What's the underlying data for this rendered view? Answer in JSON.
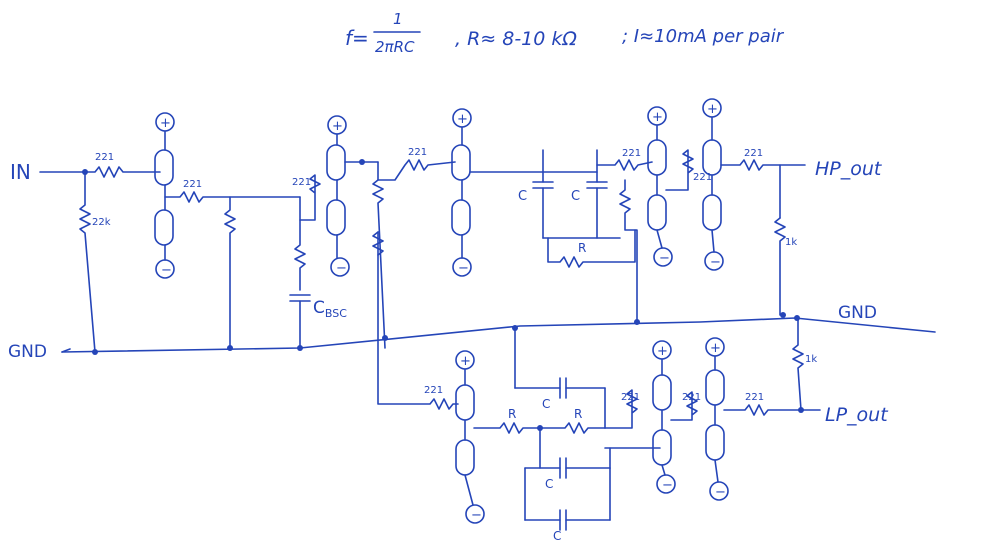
{
  "formula": {
    "f_prefix": "f=",
    "f_numerator": "1",
    "f_denominator": "2πRC",
    "r_spec": ", R≈ 8-10 kΩ",
    "i_spec": "; I≈10mA per pair"
  },
  "labels": {
    "in": "IN",
    "gnd_left": "GND",
    "gnd_right": "GND",
    "hp_out": "HP_out",
    "lp_out": "LP_out",
    "cbsc": "C",
    "cbsc_sub": "BSC"
  },
  "components": {
    "r22k": "22k",
    "r221": "221",
    "r1k": "1k",
    "r": "R",
    "c": "C",
    "plus": "+",
    "minus": "−"
  },
  "colors": {
    "ink": "#2545b8",
    "paper": "#ffffff"
  }
}
